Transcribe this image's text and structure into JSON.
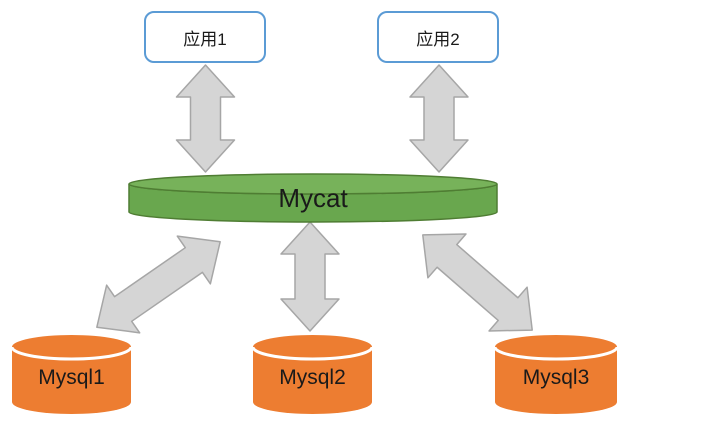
{
  "colors": {
    "app_fill": "#ffffff",
    "app_border": "#5b9bd5",
    "mycat_body": "#69a74e",
    "mycat_top": "#77b25a",
    "mycat_stroke": "#4f7d33",
    "db_fill": "#ed7d31",
    "db_separator": "#ffffff",
    "arrow_fill": "#d5d5d5",
    "arrow_stroke": "#a6a6a6"
  },
  "apps": [
    {
      "label": "应用1"
    },
    {
      "label": "应用2"
    }
  ],
  "middleware": {
    "label": "Mycat"
  },
  "databases": [
    {
      "label": "Mysql1"
    },
    {
      "label": "Mysql2"
    },
    {
      "label": "Mysql3"
    }
  ],
  "arrows": [
    {
      "name": "app1-to-mycat",
      "type": "double-headed-vertical"
    },
    {
      "name": "app2-to-mycat",
      "type": "double-headed-vertical"
    },
    {
      "name": "mycat-to-mysql1",
      "type": "double-headed-diagonal"
    },
    {
      "name": "mycat-to-mysql2",
      "type": "double-headed-vertical"
    },
    {
      "name": "mycat-to-mysql3",
      "type": "double-headed-diagonal"
    }
  ]
}
